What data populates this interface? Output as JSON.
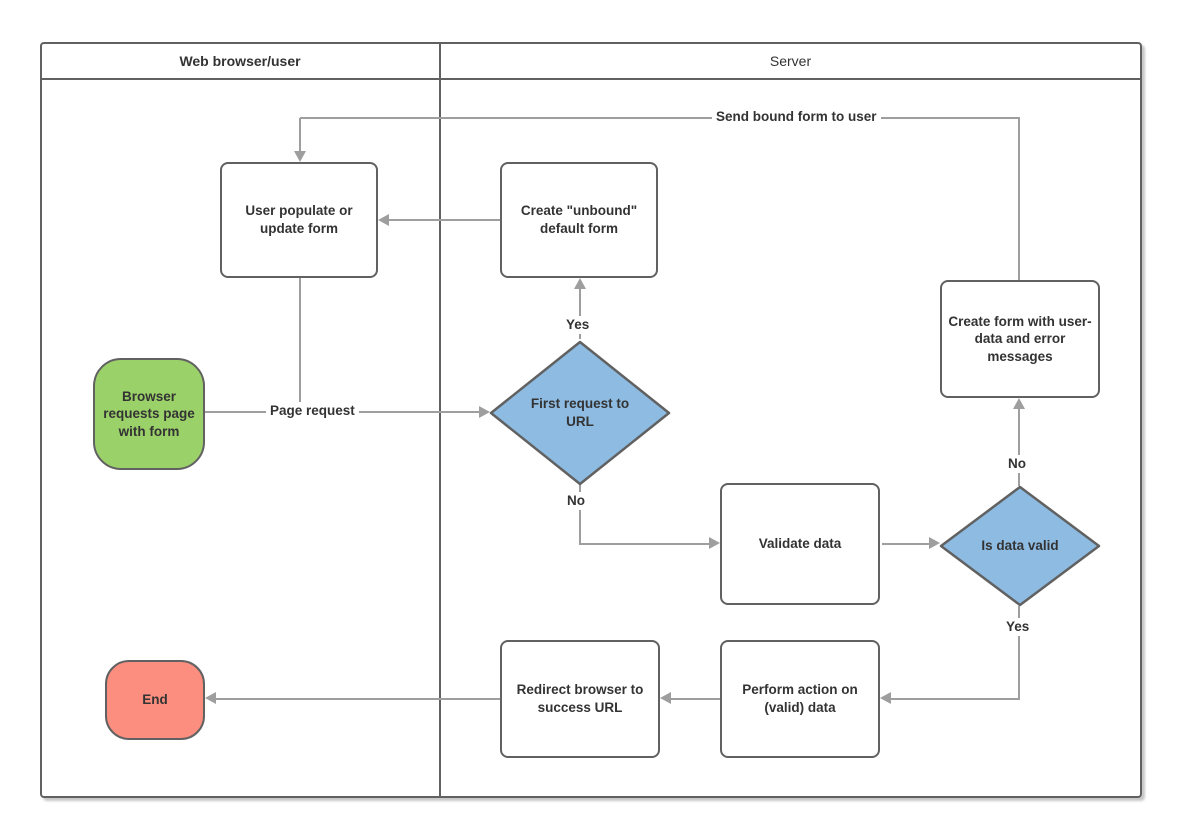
{
  "diagram": {
    "lanes": {
      "browser": "Web browser/user",
      "server": "Server"
    },
    "nodes": {
      "start": {
        "label": "Browser requests page with form"
      },
      "user_populate": {
        "label": "User populate or update form"
      },
      "create_unbound": {
        "label": "Create \"unbound\" default form"
      },
      "first_request": {
        "label": "First request to URL"
      },
      "validate_data": {
        "label": "Validate data"
      },
      "is_data_valid": {
        "label": "Is data valid"
      },
      "create_form_errors": {
        "label": "Create form with user-data and error messages"
      },
      "perform_action": {
        "label": "Perform action on (valid) data"
      },
      "redirect_browser": {
        "label": "Redirect browser to success URL"
      },
      "end": {
        "label": "End"
      }
    },
    "edge_labels": {
      "page_request": "Page request",
      "send_bound_form": "Send bound form to user",
      "first_request_yes": "Yes",
      "first_request_no": "No",
      "is_valid_no": "No",
      "is_valid_yes": "Yes"
    },
    "colors": {
      "start_fill": "#9bd169",
      "decision_fill": "#8dbbe2",
      "end_fill": "#fb8e7f",
      "node_border": "#616161",
      "edge_line": "#9e9e9e",
      "text": "#333333"
    }
  }
}
